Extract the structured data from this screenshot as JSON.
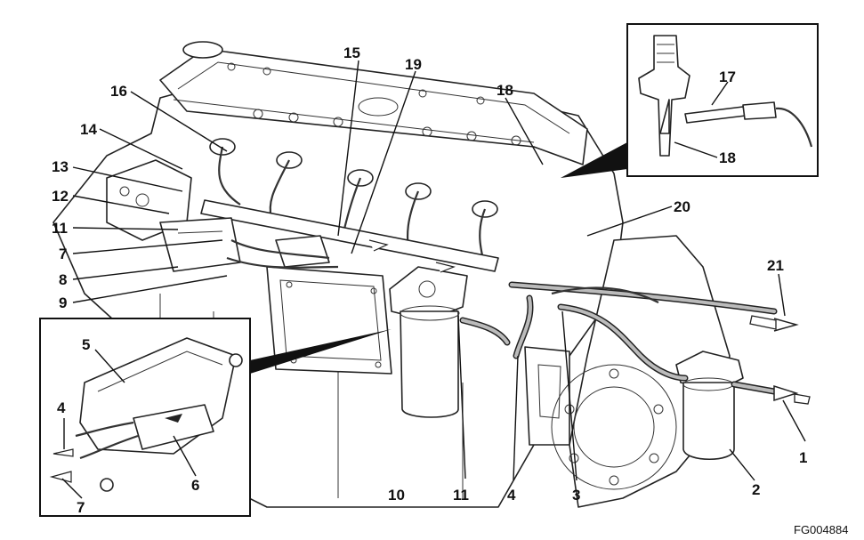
{
  "figure_id": "FG004884",
  "callouts": {
    "c1": "1",
    "c2": "2",
    "c3": "3",
    "c4": "4",
    "c4b": "4",
    "c5": "5",
    "c6": "6",
    "c7": "7",
    "c7b": "7",
    "c8": "8",
    "c9": "9",
    "c10": "10",
    "c11": "11",
    "c11b": "11",
    "c12": "12",
    "c13": "13",
    "c14": "14",
    "c15": "15",
    "c16": "16",
    "c17": "17",
    "c18": "18",
    "c18b": "18",
    "c19": "19",
    "c20": "20",
    "c21": "21"
  }
}
